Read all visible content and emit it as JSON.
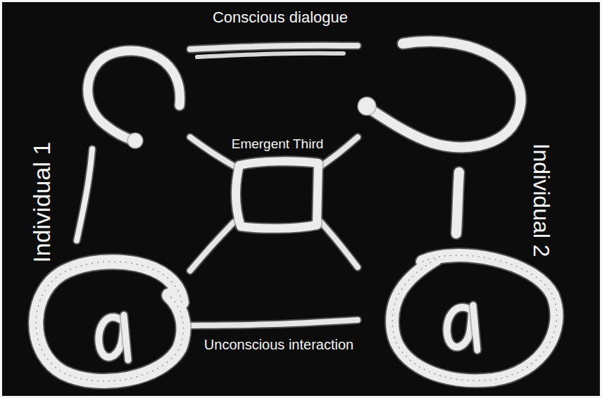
{
  "diagram": {
    "nodes": [
      {
        "text": [
          "Individual 1"
        ]
      },
      {
        "text": [
          "Emergent Third"
        ]
      },
      {
        "text": [
          "Individual 2"
        ]
      }
    ],
    "edges": [
      {
        "from": 0,
        "to": 2,
        "arrow": "none",
        "label": "Conscious dialogue"
      },
      {
        "from": 0,
        "to": 2,
        "arrow": "none",
        "label": "Unconscious interaction"
      },
      {
        "from": 0,
        "to": 1,
        "arrow": "none"
      },
      {
        "from": 0,
        "to": 1,
        "arrow": "none"
      },
      {
        "from": 1,
        "to": 2,
        "arrow": "none"
      },
      {
        "from": 1,
        "to": 2,
        "arrow": "none"
      }
    ]
  }
}
